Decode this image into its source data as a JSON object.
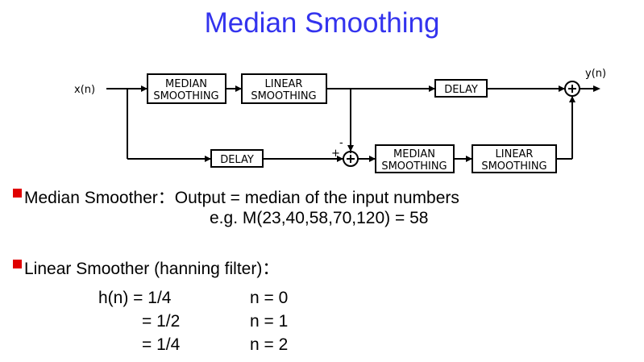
{
  "title": "Median Smoothing",
  "diagram": {
    "input_label": "x(n)",
    "output_label": "y(n)",
    "median_line1": "MEDIAN",
    "smoothing": "SMOOTHING",
    "linear_line1": "LINEAR",
    "delay": "DELAY",
    "plus": "+",
    "minus": "-"
  },
  "bullets": {
    "median_smoother": "Median Smoother：Output = median of the input numbers",
    "median_example": "e.g. M(23,40,58,70,120) = 58",
    "linear_smoother": "Linear Smoother (hanning filter)："
  },
  "hanning": [
    {
      "h": "h(n) = 1/4",
      "n": "n = 0"
    },
    {
      "h": "= 1/2",
      "n": "n = 1"
    },
    {
      "h": "= 1/4",
      "n": "n = 2"
    }
  ],
  "colors": {
    "title": "#3333ee",
    "bullet": "#e00000"
  }
}
